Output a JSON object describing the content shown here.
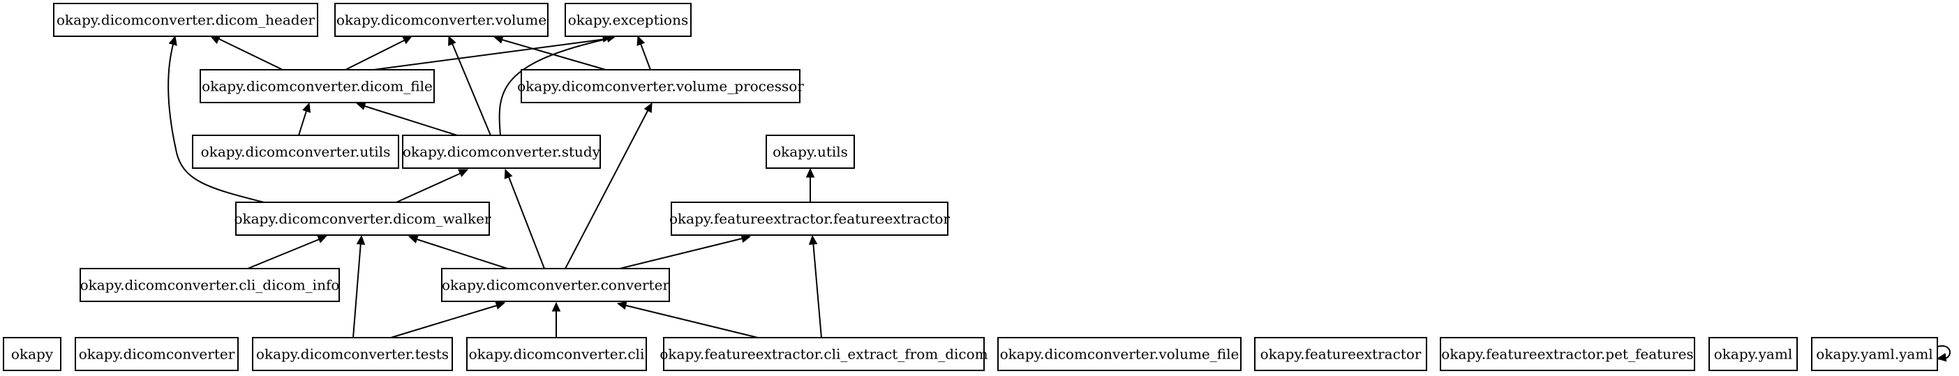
{
  "diagram": {
    "nodes": [
      {
        "id": "dicom_header",
        "label": "okapy.dicomconverter.dicom_header"
      },
      {
        "id": "volume",
        "label": "okapy.dicomconverter.volume"
      },
      {
        "id": "exceptions",
        "label": "okapy.exceptions"
      },
      {
        "id": "dicom_file",
        "label": "okapy.dicomconverter.dicom_file"
      },
      {
        "id": "volume_processor",
        "label": "okapy.dicomconverter.volume_processor"
      },
      {
        "id": "utils_dc",
        "label": "okapy.dicomconverter.utils"
      },
      {
        "id": "study",
        "label": "okapy.dicomconverter.study"
      },
      {
        "id": "okapy_utils",
        "label": "okapy.utils"
      },
      {
        "id": "dicom_walker",
        "label": "okapy.dicomconverter.dicom_walker"
      },
      {
        "id": "featureextractor_fe",
        "label": "okapy.featureextractor.featureextractor"
      },
      {
        "id": "cli_dicom_info",
        "label": "okapy.dicomconverter.cli_dicom_info"
      },
      {
        "id": "converter",
        "label": "okapy.dicomconverter.converter"
      },
      {
        "id": "okapy",
        "label": "okapy"
      },
      {
        "id": "dicomconverter",
        "label": "okapy.dicomconverter"
      },
      {
        "id": "tests",
        "label": "okapy.dicomconverter.tests"
      },
      {
        "id": "cli",
        "label": "okapy.dicomconverter.cli"
      },
      {
        "id": "cli_extract",
        "label": "okapy.featureextractor.cli_extract_from_dicom"
      },
      {
        "id": "volume_file",
        "label": "okapy.dicomconverter.volume_file"
      },
      {
        "id": "featureextractor",
        "label": "okapy.featureextractor"
      },
      {
        "id": "pet_features",
        "label": "okapy.featureextractor.pet_features"
      },
      {
        "id": "yaml",
        "label": "okapy.yaml"
      },
      {
        "id": "yaml_yaml",
        "label": "okapy.yaml.yaml"
      }
    ],
    "edges": [
      {
        "from": "dicom_file",
        "to": "dicom_header"
      },
      {
        "from": "dicom_file",
        "to": "volume"
      },
      {
        "from": "dicom_file",
        "to": "exceptions"
      },
      {
        "from": "volume_processor",
        "to": "volume"
      },
      {
        "from": "volume_processor",
        "to": "exceptions"
      },
      {
        "from": "utils_dc",
        "to": "dicom_file"
      },
      {
        "from": "study",
        "to": "dicom_file"
      },
      {
        "from": "study",
        "to": "volume"
      },
      {
        "from": "study",
        "to": "exceptions"
      },
      {
        "from": "dicom_walker",
        "to": "dicom_header"
      },
      {
        "from": "dicom_walker",
        "to": "study"
      },
      {
        "from": "featureextractor_fe",
        "to": "okapy_utils"
      },
      {
        "from": "cli_dicom_info",
        "to": "dicom_walker"
      },
      {
        "from": "converter",
        "to": "dicom_walker"
      },
      {
        "from": "converter",
        "to": "study"
      },
      {
        "from": "converter",
        "to": "volume_processor"
      },
      {
        "from": "converter",
        "to": "featureextractor_fe"
      },
      {
        "from": "tests",
        "to": "dicom_walker"
      },
      {
        "from": "tests",
        "to": "converter"
      },
      {
        "from": "cli",
        "to": "converter"
      },
      {
        "from": "cli_extract",
        "to": "converter"
      },
      {
        "from": "cli_extract",
        "to": "featureextractor_fe"
      },
      {
        "from": "yaml_yaml",
        "to": "yaml_yaml"
      }
    ]
  }
}
